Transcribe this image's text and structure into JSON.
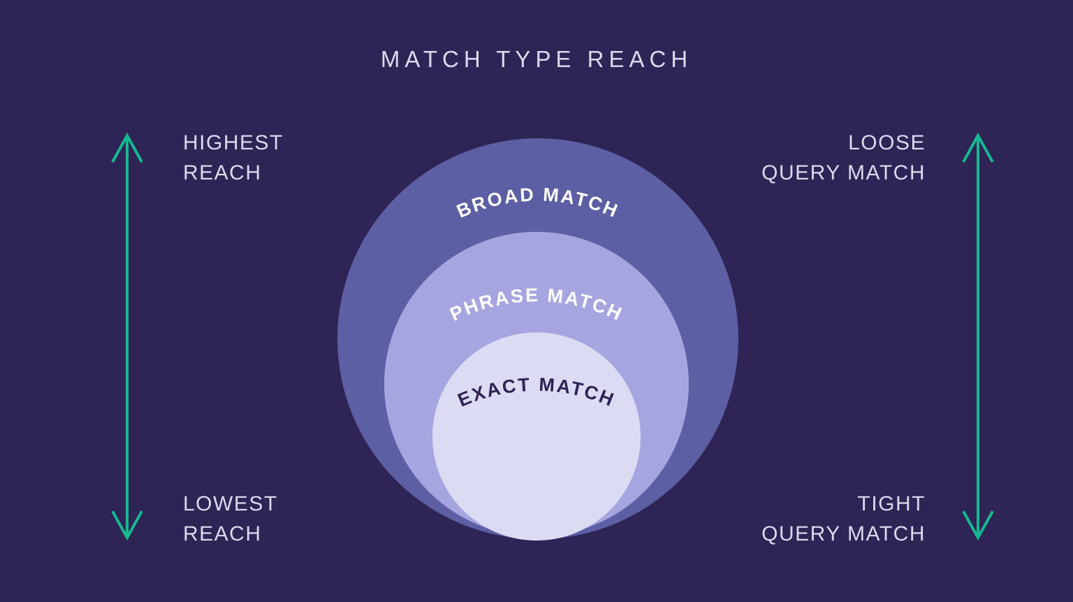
{
  "title": "MATCH TYPE REACH",
  "colors": {
    "background": "#2e2455",
    "outer_circle": "#5c5fa3",
    "middle_circle": "#a6a5e0",
    "inner_circle": "#dcdbf4",
    "arrow": "#17b890",
    "label_text": "#dcd9ee",
    "dark_text": "#2e2455"
  },
  "left": {
    "top_label_line1": "HIGHEST",
    "top_label_line2": "REACH",
    "bottom_label_line1": "LOWEST",
    "bottom_label_line2": "REACH"
  },
  "right": {
    "top_label_line1": "LOOSE",
    "top_label_line2": "QUERY MATCH",
    "bottom_label_line1": "TIGHT",
    "bottom_label_line2": "QUERY MATCH"
  },
  "circles": [
    {
      "label": "BROAD MATCH"
    },
    {
      "label": "PHRASE MATCH"
    },
    {
      "label": "EXACT MATCH"
    }
  ]
}
